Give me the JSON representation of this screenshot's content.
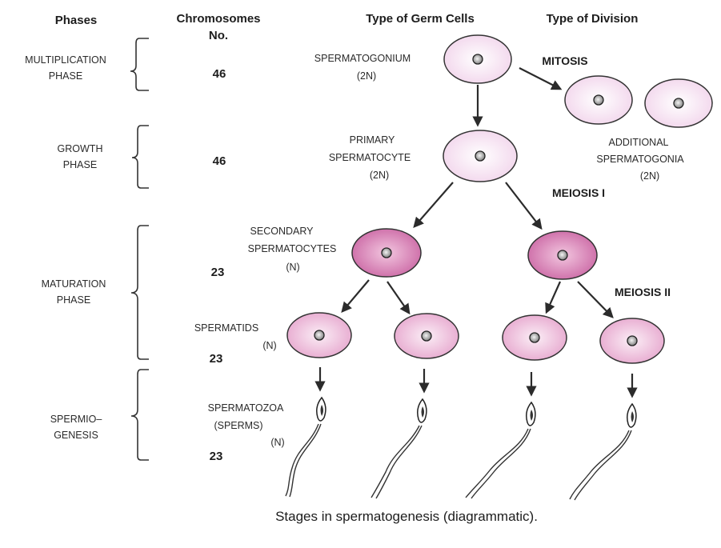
{
  "headers": {
    "phases": "Phases",
    "chromosomes_line1": "Chromosomes",
    "chromosomes_line2": "No.",
    "germ_cells": "Type of Germ Cells",
    "division": "Type of Division"
  },
  "phases": {
    "multiplication": [
      "MULTIPLICATION",
      "PHASE"
    ],
    "growth": [
      "GROWTH",
      "PHASE"
    ],
    "maturation": [
      "MATURATION",
      "PHASE"
    ],
    "spermiogenesis": [
      "SPERMIO–",
      "GENESIS"
    ]
  },
  "chromosome_numbers": [
    "46",
    "46",
    "23",
    "23",
    "23"
  ],
  "cells": {
    "spermatogonium": [
      "SPERMATOGONIUM",
      "(2N)"
    ],
    "additional": [
      "ADDITIONAL",
      "SPERMATOGONIA",
      "(2N)"
    ],
    "primary": [
      "PRIMARY",
      "SPERMATOCYTE",
      "(2N)"
    ],
    "secondary": [
      "SECONDARY",
      "SPERMATOCYTES",
      "(N)"
    ],
    "spermatids": [
      "SPERMATIDS",
      "(N)"
    ],
    "spermatozoa": [
      "SPERMATOZOA",
      "(SPERMS)",
      "(N)"
    ]
  },
  "divisions": {
    "mitosis": "MITOSIS",
    "meiosis1": "MEIOSIS I",
    "meiosis2": "MEIOSIS II"
  },
  "caption": "Stages in spermatogenesis (diagrammatic).",
  "colors": {
    "cell_light": "#f6e2f1",
    "cell_medium": "#eebfdc",
    "cell_dark": "#d87fb4",
    "outline": "#333333"
  }
}
